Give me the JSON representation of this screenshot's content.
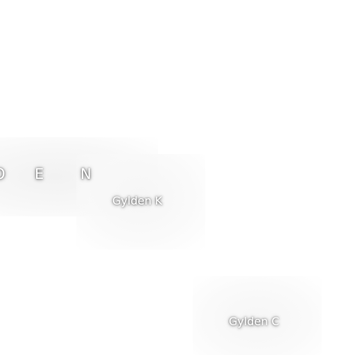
{
  "banner": {
    "letters": [
      "O",
      "E",
      "N"
    ]
  },
  "tiles": [
    {
      "caption": "Gylden K"
    },
    {
      "caption": "Gylden C"
    }
  ]
}
